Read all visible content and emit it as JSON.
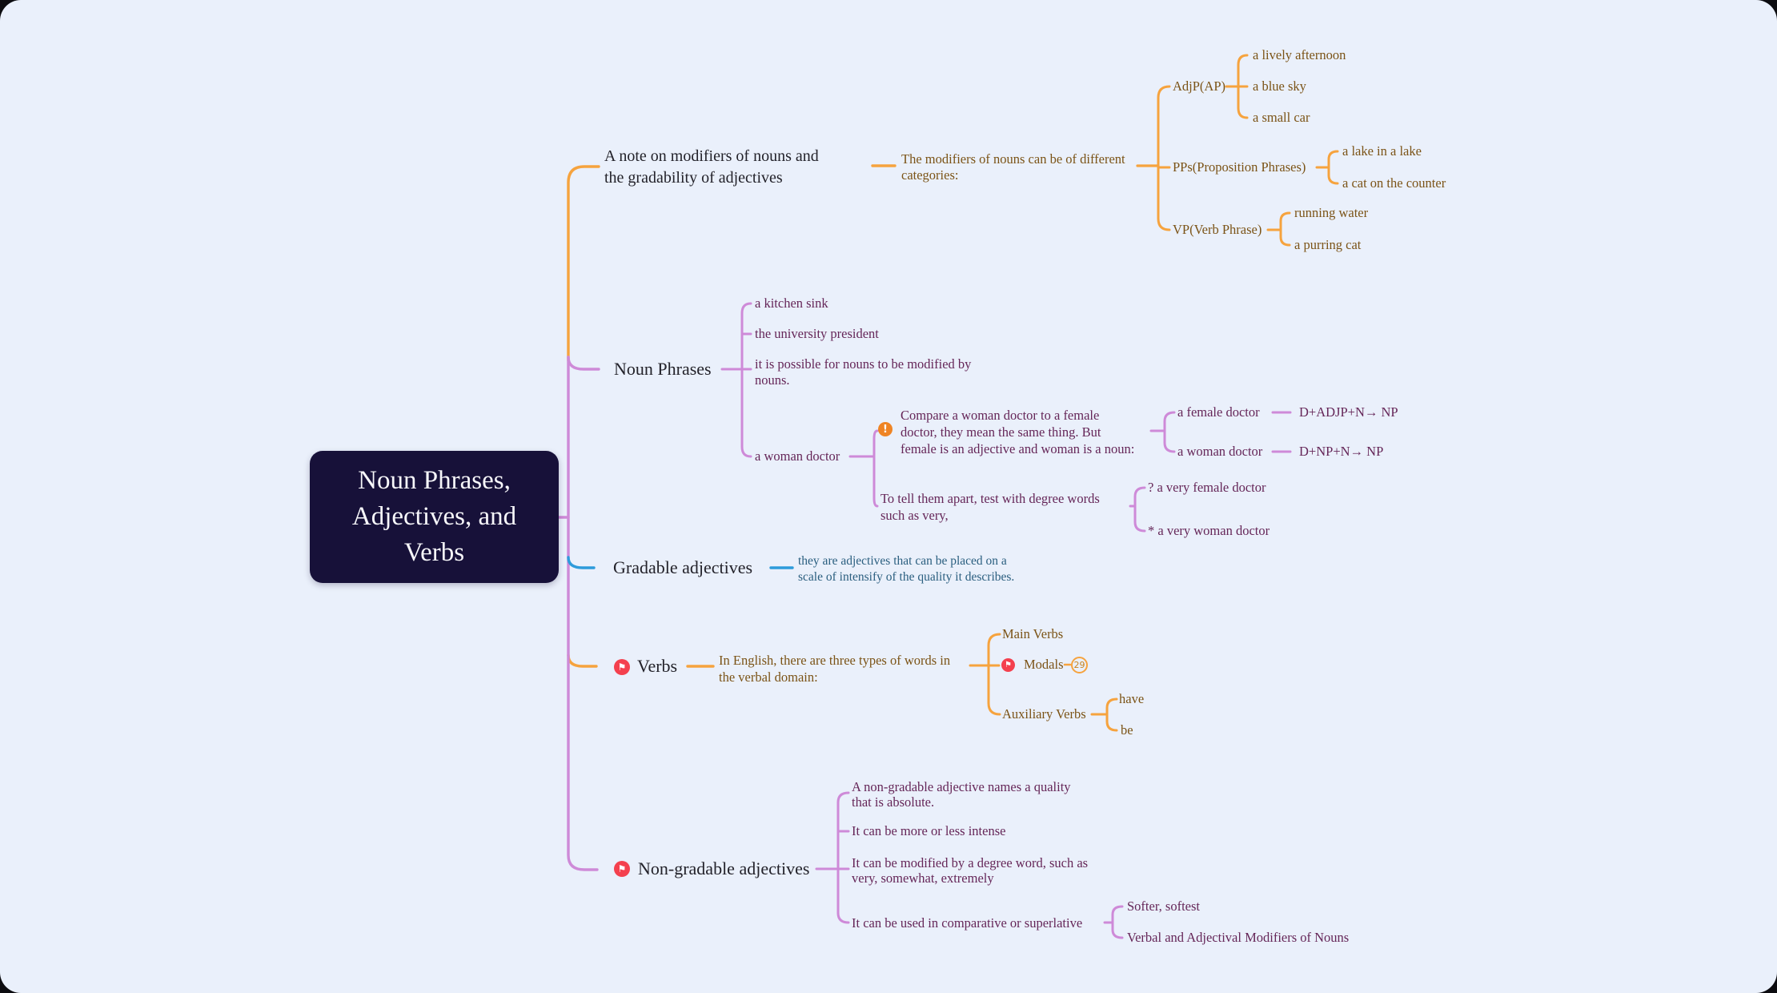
{
  "root": {
    "label": "Noun Phrases, Adjectives, and Verbs"
  },
  "branches": [
    {
      "label": "A note on modifiers of nouns and\nthe gradability of adjectives",
      "note": "The modifiers of nouns can be of different\ncategories:",
      "children": [
        {
          "label": "AdjP(AP)",
          "examples": [
            "a lively afternoon",
            "a blue sky",
            "a small car"
          ]
        },
        {
          "label": "PPs(Proposition Phrases)",
          "examples": [
            "a lake in a lake",
            "a cat on the counter"
          ]
        },
        {
          "label": "VP(Verb Phrase)",
          "examples": [
            "running water",
            "a purring cat"
          ]
        }
      ]
    },
    {
      "label": "Noun Phrases",
      "children": [
        {
          "label": "a kitchen sink"
        },
        {
          "label": "the university president"
        },
        {
          "label": "it is possible for nouns to be modified by\nnouns."
        },
        {
          "label": "a woman doctor",
          "children": [
            {
              "icon": "warning",
              "label": "Compare a woman doctor to a female\ndoctor, they mean the same thing. But\nfemale is an adjective and woman is a noun:",
              "children": [
                {
                  "label": "a female doctor",
                  "formula": "D+ADJP+N→ NP"
                },
                {
                  "label": "a woman doctor",
                  "formula": "D+NP+N→ NP"
                }
              ]
            },
            {
              "label": "To tell them apart, test with degree words\nsuch as very,",
              "children": [
                {
                  "label": "? a very female doctor"
                },
                {
                  "label": "* a very woman doctor"
                }
              ]
            }
          ]
        }
      ]
    },
    {
      "label": "Gradable adjectives",
      "note": "they are adjectives that can be placed on a\nscale of intensify of the quality it describes."
    },
    {
      "label": "Verbs",
      "icon": "flag",
      "note": "In English, there are three types of words in\nthe verbal domain:",
      "children": [
        {
          "label": "Main Verbs"
        },
        {
          "label": "Modals",
          "icon": "flag",
          "badge": "29"
        },
        {
          "label": "Auxiliary Verbs",
          "children": [
            {
              "label": "have"
            },
            {
              "label": "be"
            }
          ]
        }
      ]
    },
    {
      "label": "Non-gradable adjectives",
      "icon": "flag",
      "children": [
        {
          "label": "A non-gradable adjective names a quality\nthat is absolute."
        },
        {
          "label": "It can be more or less intense"
        },
        {
          "label": "It can be modified by a degree word, such as\nvery, somewhat, extremely"
        },
        {
          "label": "It can be used in comparative or superlative",
          "children": [
            {
              "label": "Softer, softest"
            },
            {
              "label": "Verbal and Adjectival Modifiers of Nouns"
            }
          ]
        }
      ]
    }
  ],
  "icons": {
    "flag_glyph": "⚑",
    "warning_glyph": "!"
  },
  "colors": {
    "background": "#EAF0FB",
    "root_fill": "#171139",
    "orange_wire": "#F6A33E",
    "orchid_wire": "#CE8AD8",
    "blue_wire": "#2D9BDB",
    "brown_text": "#7B5316",
    "purple_text": "#652658",
    "blue_text": "#2A5E7F",
    "flag_red": "#F4404E",
    "warning_orange": "#EF8424"
  }
}
